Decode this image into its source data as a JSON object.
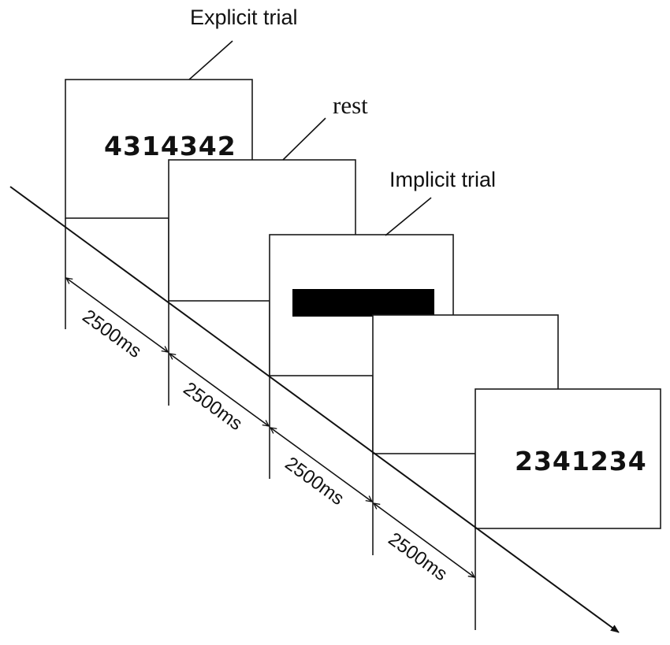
{
  "diagram": {
    "labels": {
      "explicit_trial": "Explicit trial",
      "rest": "rest",
      "implicit_trial": "Implicit trial"
    },
    "screens": [
      {
        "kind": "explicit",
        "content": "4314342"
      },
      {
        "kind": "rest",
        "content": ""
      },
      {
        "kind": "implicit",
        "content": "black-bar"
      },
      {
        "kind": "rest",
        "content": ""
      },
      {
        "kind": "explicit",
        "content": "2341234"
      }
    ],
    "durations": [
      "2500ms",
      "2500ms",
      "2500ms",
      "2500ms"
    ]
  }
}
